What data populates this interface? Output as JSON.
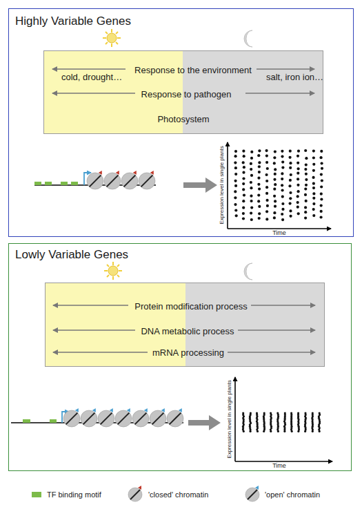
{
  "diagram": {
    "nodes": [
      {
        "text": [
          "Highly Variable Genes"
        ]
      },
      {
        "text": [
          "Response to the environment",
          "cold, drought…",
          "salt, iron ion…",
          "Response to pathogen",
          "Photosystem"
        ],
        "in": 0
      },
      {
        "text": [
          "Lowly Variable Genes"
        ]
      },
      {
        "text": [
          "Protein modification process",
          "DNA metabolic process",
          "mRNA processing"
        ],
        "in": 2
      }
    ],
    "labels": [
      "Expression level in single plants",
      "Time",
      "Expression level in single plants",
      "Time"
    ],
    "legend": [
      {
        "text": "TF binding motif",
        "color": "#7dbb4a"
      },
      {
        "text": "'closed' chromatin"
      },
      {
        "text": "'open' chromatin"
      }
    ]
  }
}
